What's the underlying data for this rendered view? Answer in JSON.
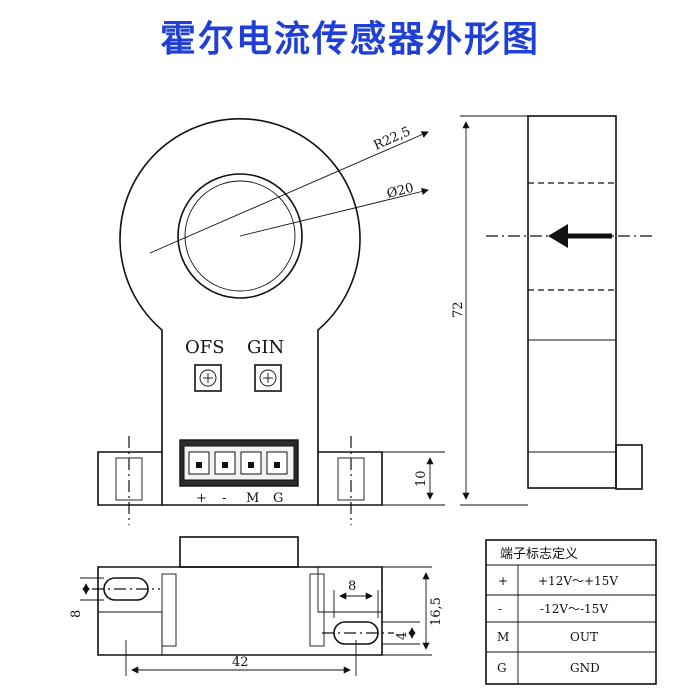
{
  "title": "霍尔电流传感器外形图",
  "front_view": {
    "ofs_label": "OFS",
    "gin_label": "GIN",
    "radius_label": "R22,5",
    "diameter_label": "Ø20",
    "pins": [
      "+",
      "-",
      "M",
      "G"
    ]
  },
  "side_view": {
    "height_label": "72"
  },
  "dimensions": {
    "flange_height": "10",
    "width": "42",
    "slot_width": "8",
    "hole_height": "8",
    "base_offset": "4",
    "total_depth": "16,5"
  },
  "pin_table": {
    "header": "端子标志定义",
    "rows": [
      {
        "pin": "+",
        "def": "+12V～+15V"
      },
      {
        "pin": "-",
        "def": "-12V～-15V"
      },
      {
        "pin": "M",
        "def": "OUT"
      },
      {
        "pin": "G",
        "def": "GND"
      }
    ]
  }
}
